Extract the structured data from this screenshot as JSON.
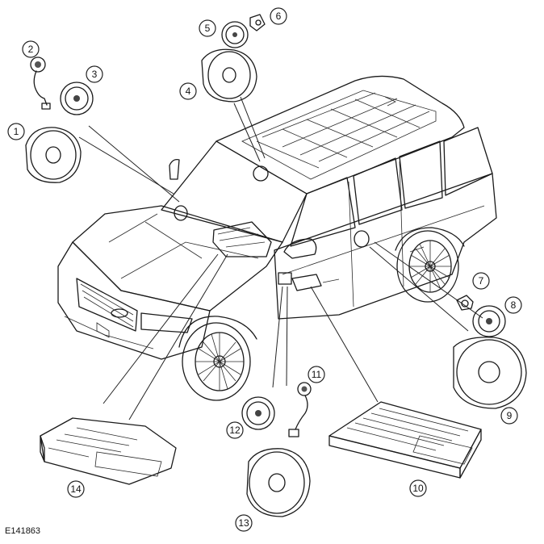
{
  "figure_ref": "E141863",
  "callouts": [
    {
      "id": "1"
    },
    {
      "id": "2"
    },
    {
      "id": "3"
    },
    {
      "id": "4"
    },
    {
      "id": "5"
    },
    {
      "id": "6"
    },
    {
      "id": "7"
    },
    {
      "id": "8"
    },
    {
      "id": "9"
    },
    {
      "id": "10"
    },
    {
      "id": "11"
    },
    {
      "id": "12"
    },
    {
      "id": "13"
    },
    {
      "id": "14"
    }
  ]
}
